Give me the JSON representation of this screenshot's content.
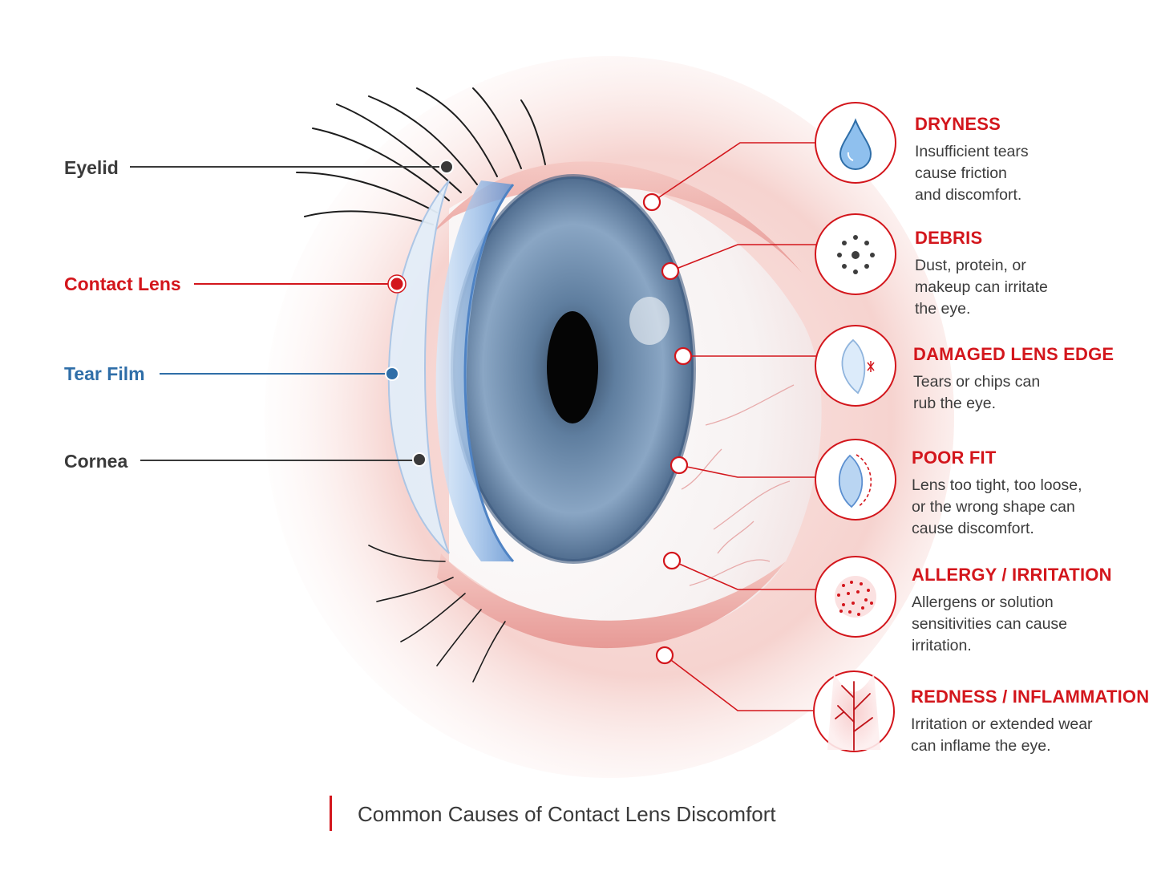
{
  "labels": [
    {
      "text": "Eyelid",
      "color": "#3a3a3a"
    },
    {
      "text": "Contact Lens",
      "color": "#d3161c"
    },
    {
      "text": "Tear Film",
      "color": "#2f6ea8"
    },
    {
      "text": "Cornea",
      "color": "#3a3a3a"
    }
  ],
  "causes": [
    {
      "title": "DRYNESS",
      "description": "Insufficient tears\ncause friction\nand discomfort.",
      "icon": "water-drop-icon"
    },
    {
      "title": "DEBRIS",
      "description": "Dust, protein, or\nmakeup can irritate\nthe eye.",
      "icon": "debris-particles-icon"
    },
    {
      "title": "DAMAGED LENS EDGE",
      "description": "Tears or chips can\nrub the eye.",
      "icon": "damaged-lens-icon"
    },
    {
      "title": "POOR FIT",
      "description": "Lens too tight, too loose,\nor the wrong shape can\ncause discomfort.",
      "icon": "lens-fit-icon"
    },
    {
      "title": "ALLERGY / IRRITATION",
      "description": "Allergens or solution\nsensitivities can cause\nirritation.",
      "icon": "allergen-dots-icon"
    },
    {
      "title": "REDNESS / INFLAMMATION",
      "description": "Irritation or extended wear\ncan inflame the eye.",
      "icon": "blood-vessel-icon"
    }
  ],
  "caption": "Common Causes of Contact Lens Discomfort",
  "colors": {
    "accent": "#d3161c",
    "tear": "#2f6ea8",
    "text": "#3a3a3a",
    "iris": "#6f8eb3"
  }
}
